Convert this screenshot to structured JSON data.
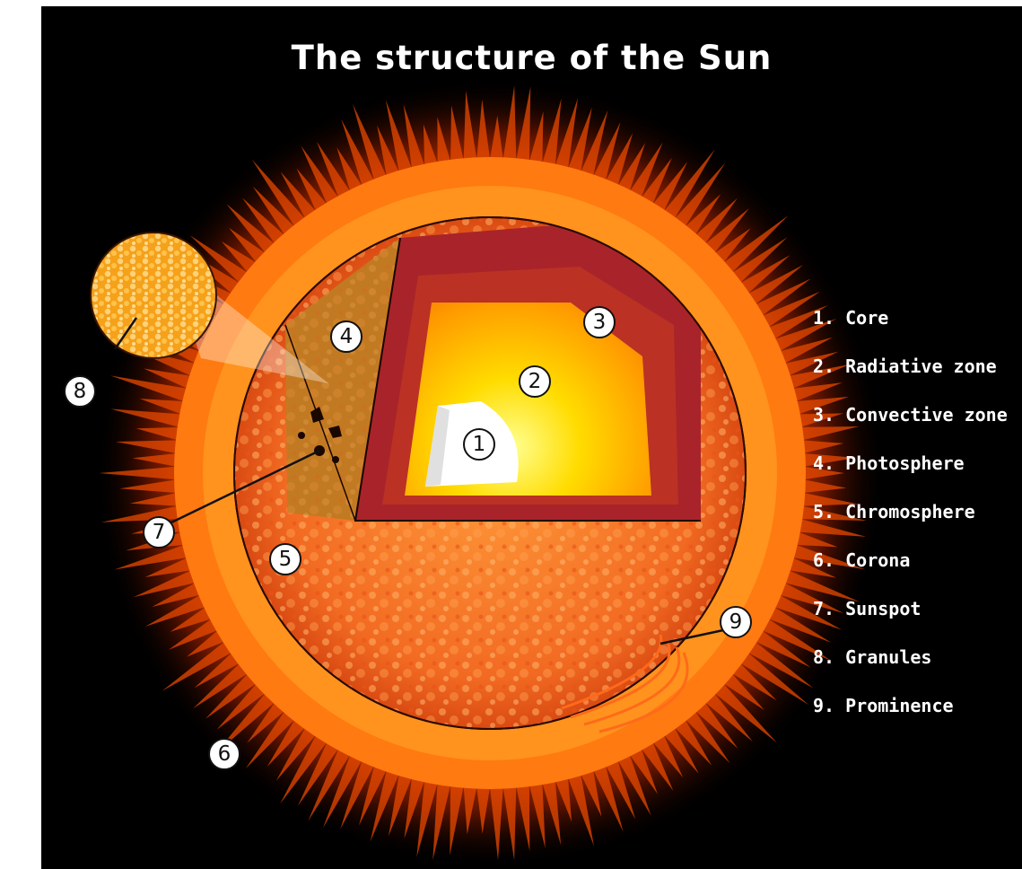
{
  "title": "The structure of the Sun",
  "legend": [
    {
      "number": "1",
      "text": "1. Core"
    },
    {
      "number": "2",
      "text": "2. Radiative zone"
    },
    {
      "number": "3",
      "text": "3. Convective zone"
    },
    {
      "number": "4",
      "text": "4. Photosphere"
    },
    {
      "number": "5",
      "text": "5. Chromosphere"
    },
    {
      "number": "6",
      "text": "6. Corona"
    },
    {
      "number": "7",
      "text": "7. Sunspot"
    },
    {
      "number": "8",
      "text": "8. Granules"
    },
    {
      "number": "9",
      "text": "9. Prominence"
    }
  ],
  "colors": {
    "background": "#000000",
    "corona": "#ff6a00",
    "chromosphere": "#f25a1c",
    "photosphere": "#c8741e",
    "convective_zone": "#a8242a",
    "radiative_zone": "#ffb000",
    "core": "#ffffff"
  }
}
